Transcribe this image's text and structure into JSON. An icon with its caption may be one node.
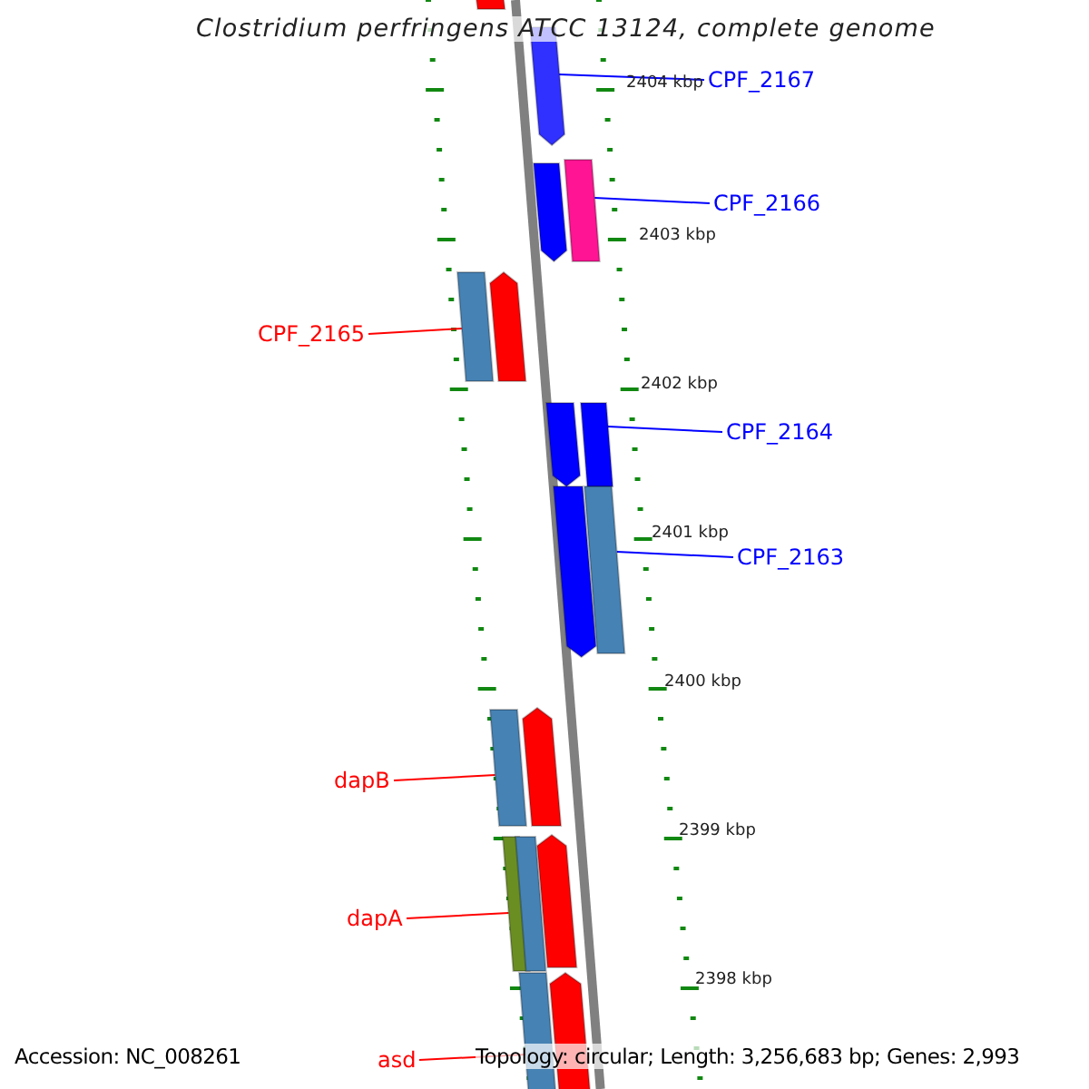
{
  "diagram": {
    "title": "Clostridium perfringens ATCC 13124, complete genome",
    "nodes": [
      {
        "text": [
          "CPF_2167"
        ]
      },
      {
        "text": [],
        "shape": "pentagon"
      },
      {
        "text": [
          "CPF_2166"
        ]
      },
      {
        "text": [],
        "shape": "bar"
      },
      {
        "text": [
          "CPF_2165"
        ]
      },
      {
        "text": [],
        "shape": "bar"
      },
      {
        "text": [
          "CPF_2164"
        ]
      },
      {
        "text": [],
        "shape": "bar"
      },
      {
        "text": [
          "CPF_2163"
        ]
      },
      {
        "text": [],
        "shape": "bar"
      },
      {
        "text": [
          "dapB"
        ]
      },
      {
        "text": [],
        "shape": "bar"
      },
      {
        "text": [
          "dapA"
        ]
      },
      {
        "text": [],
        "shape": "bar"
      },
      {
        "text": [
          "asd"
        ]
      },
      {
        "text": [],
        "shape": "bar"
      },
      {
        "text": [],
        "shape": "pentagon"
      },
      {
        "text": [],
        "shape": "pentagon"
      },
      {
        "text": [],
        "shape": "pentagon"
      },
      {
        "text": [],
        "shape": "pentagon"
      },
      {
        "text": [],
        "shape": "pentagon"
      },
      {
        "text": [],
        "shape": "pentagon"
      },
      {
        "text": [],
        "shape": "bar"
      },
      {
        "text": [],
        "shape": "pentagon"
      },
      {
        "text": [],
        "shape": "pentagon"
      }
    ],
    "edges": [
      {
        "from": 0,
        "to": 1,
        "arrow": "none",
        "color": "#0000ff"
      },
      {
        "from": 2,
        "to": 3,
        "arrow": "none",
        "color": "#0000ff"
      },
      {
        "from": 4,
        "to": 5,
        "arrow": "none",
        "color": "#ff0000"
      },
      {
        "from": 6,
        "to": 7,
        "arrow": "none",
        "color": "#0000ff"
      },
      {
        "from": 8,
        "to": 9,
        "arrow": "none",
        "color": "#0000ff"
      },
      {
        "from": 10,
        "to": 11,
        "arrow": "none",
        "color": "#ff0000"
      },
      {
        "from": 12,
        "to": 13,
        "arrow": "none",
        "color": "#ff0000"
      },
      {
        "from": 14,
        "to": 15,
        "arrow": "none",
        "color": "#ff0000"
      }
    ],
    "labels": [
      "2404 kbp",
      "2403 kbp",
      "2402 kbp",
      "2401 kbp",
      "2400 kbp",
      "2399 kbp",
      "2398 kbp",
      "Accession: NC_008261",
      "Topology: circular; Length: 3,256,683 bp; Genes: 2,993"
    ]
  }
}
